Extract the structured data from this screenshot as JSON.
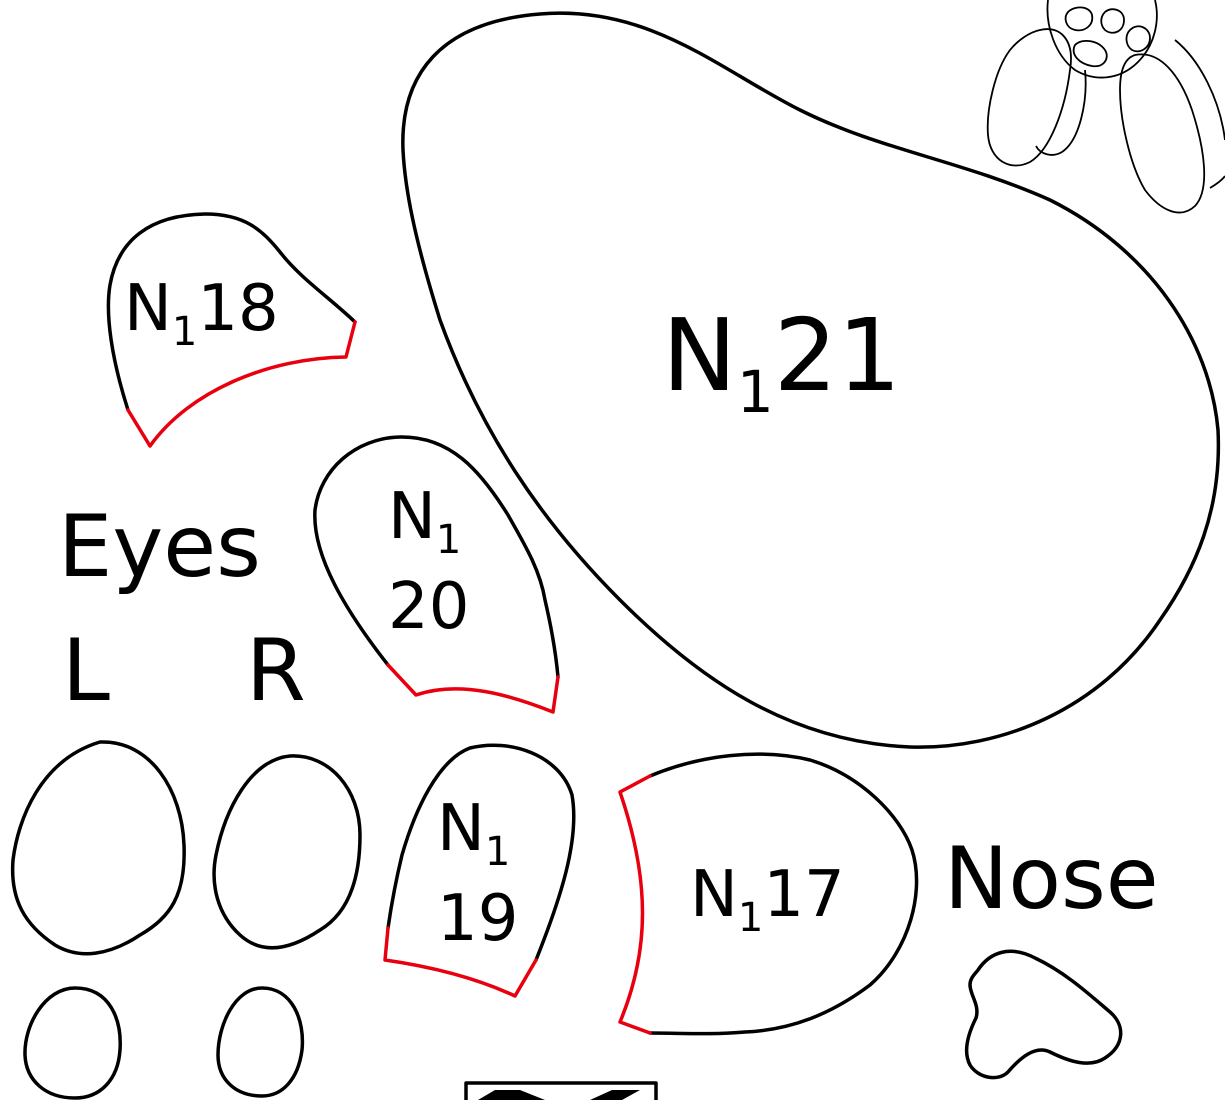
{
  "pieces": {
    "n18": {
      "id": "N",
      "sub": "1",
      "num": "18"
    },
    "n20": {
      "id": "N",
      "sub": "1",
      "num": "20"
    },
    "n21": {
      "id": "N",
      "sub": "1",
      "num": "21"
    },
    "n19": {
      "id": "N",
      "sub": "1",
      "num": "19"
    },
    "n17": {
      "id": "N",
      "sub": "1",
      "num": "17"
    }
  },
  "sections": {
    "eyes": "Eyes",
    "left": "L",
    "right": "R",
    "nose": "Nose"
  },
  "colors": {
    "outline": "#000000",
    "cut_edge": "#e8000f",
    "background": "#ffffff"
  }
}
